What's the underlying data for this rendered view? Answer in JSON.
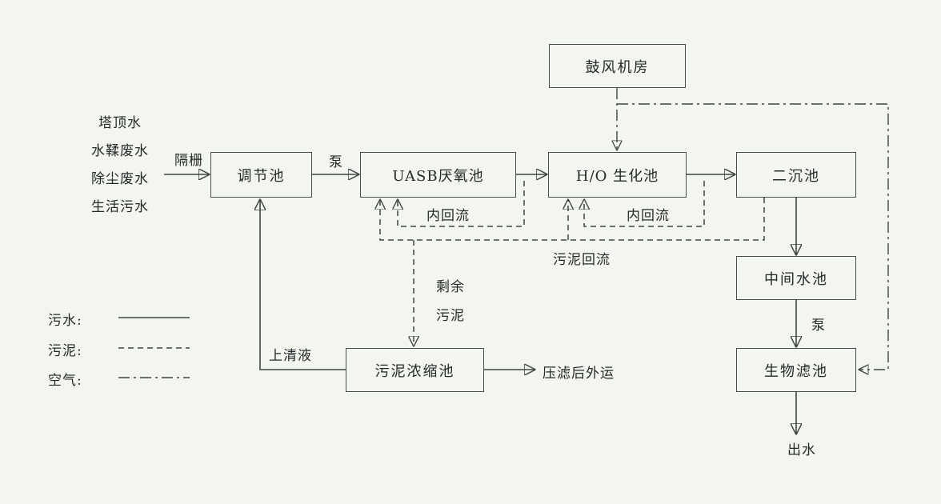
{
  "diagram": {
    "influents": [
      "塔顶水",
      "水鞣废水",
      "除尘废水",
      "生活污水"
    ],
    "nodes": {
      "blower_room": "鼓风机房",
      "regulating_tank": "调节池",
      "uasb_tank": "UASB厌氧池",
      "ho_tank": "H/O 生化池",
      "secondary_clarifier": "二沉池",
      "intermediate_tank": "中间水池",
      "biofilter_tank": "生物滤池",
      "sludge_thickener": "污泥浓缩池"
    },
    "labels": {
      "bar_screen": "隔栅",
      "pump_1": "泵",
      "pump_2": "泵",
      "internal_reflux_uasb": "内回流",
      "internal_reflux_ho": "内回流",
      "sludge_reflux": "污泥回流",
      "excess_sludge_line1": "剩余",
      "excess_sludge_line2": "污泥",
      "supernatant": "上清液",
      "press_filter_out": "压滤后外运",
      "effluent": "出水"
    },
    "legend": {
      "wastewater": "污水:",
      "sludge": "污泥:",
      "air": "空气:"
    },
    "colors": {
      "background": "#f3f6ee",
      "line": "#3f4440",
      "text": "#26292a"
    }
  }
}
